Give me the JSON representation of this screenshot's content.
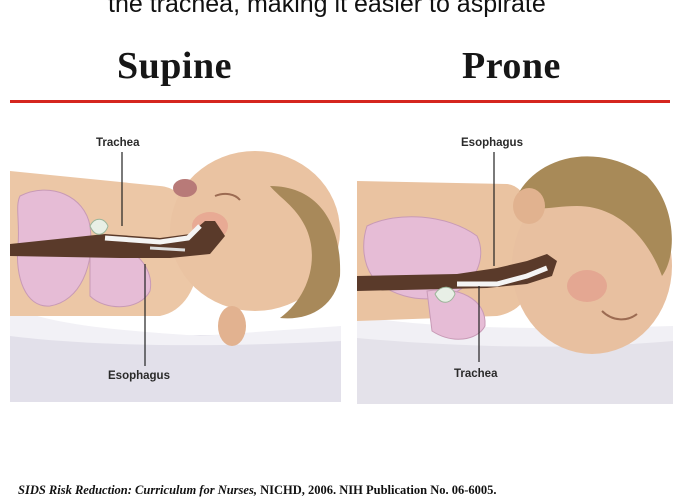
{
  "header": {
    "cut_text": "the trachea, making it easier to aspirate",
    "left_heading": "Supine",
    "right_heading": "Prone"
  },
  "left_panel": {
    "label_top": "Trachea",
    "label_bottom": "Esophagus"
  },
  "right_panel": {
    "label_top": "Esophagus",
    "label_bottom": "Trachea"
  },
  "citation": {
    "title": "SIDS Risk Reduction: Curriculum for Nurses,",
    "rest": " NICHD, 2006.  NIH Publication No. 06-6005."
  },
  "colors": {
    "accent_rule": "#d5261f",
    "skin": "#e8c2a0",
    "lung": "#e6bcd6",
    "hair": "#a88a55",
    "blanket": "#e4e2ea"
  }
}
